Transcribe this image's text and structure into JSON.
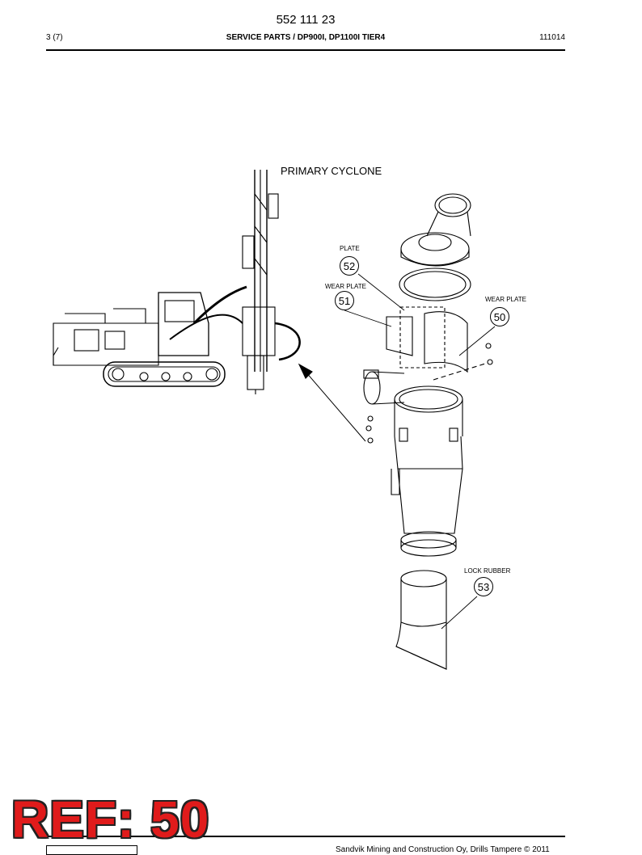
{
  "header": {
    "doc_number": "552 111 23",
    "page": "3 (7)",
    "title": "SERVICE PARTS / DP900I, DP1100I TIER4",
    "date": "111014"
  },
  "diagram": {
    "title": "PRIMARY CYCLONE",
    "callouts": [
      {
        "id": "52",
        "label": "PLATE"
      },
      {
        "id": "51",
        "label": "WEAR PLATE"
      },
      {
        "id": "50",
        "label": "WEAR PLATE"
      },
      {
        "id": "53",
        "label": "LOCK RUBBER"
      }
    ]
  },
  "footer": {
    "copyright": "Sandvik Mining and Construction Oy, Drills Tampere © 2011"
  },
  "stamp": {
    "text": "REF: 50",
    "color": "#e01b1b"
  }
}
